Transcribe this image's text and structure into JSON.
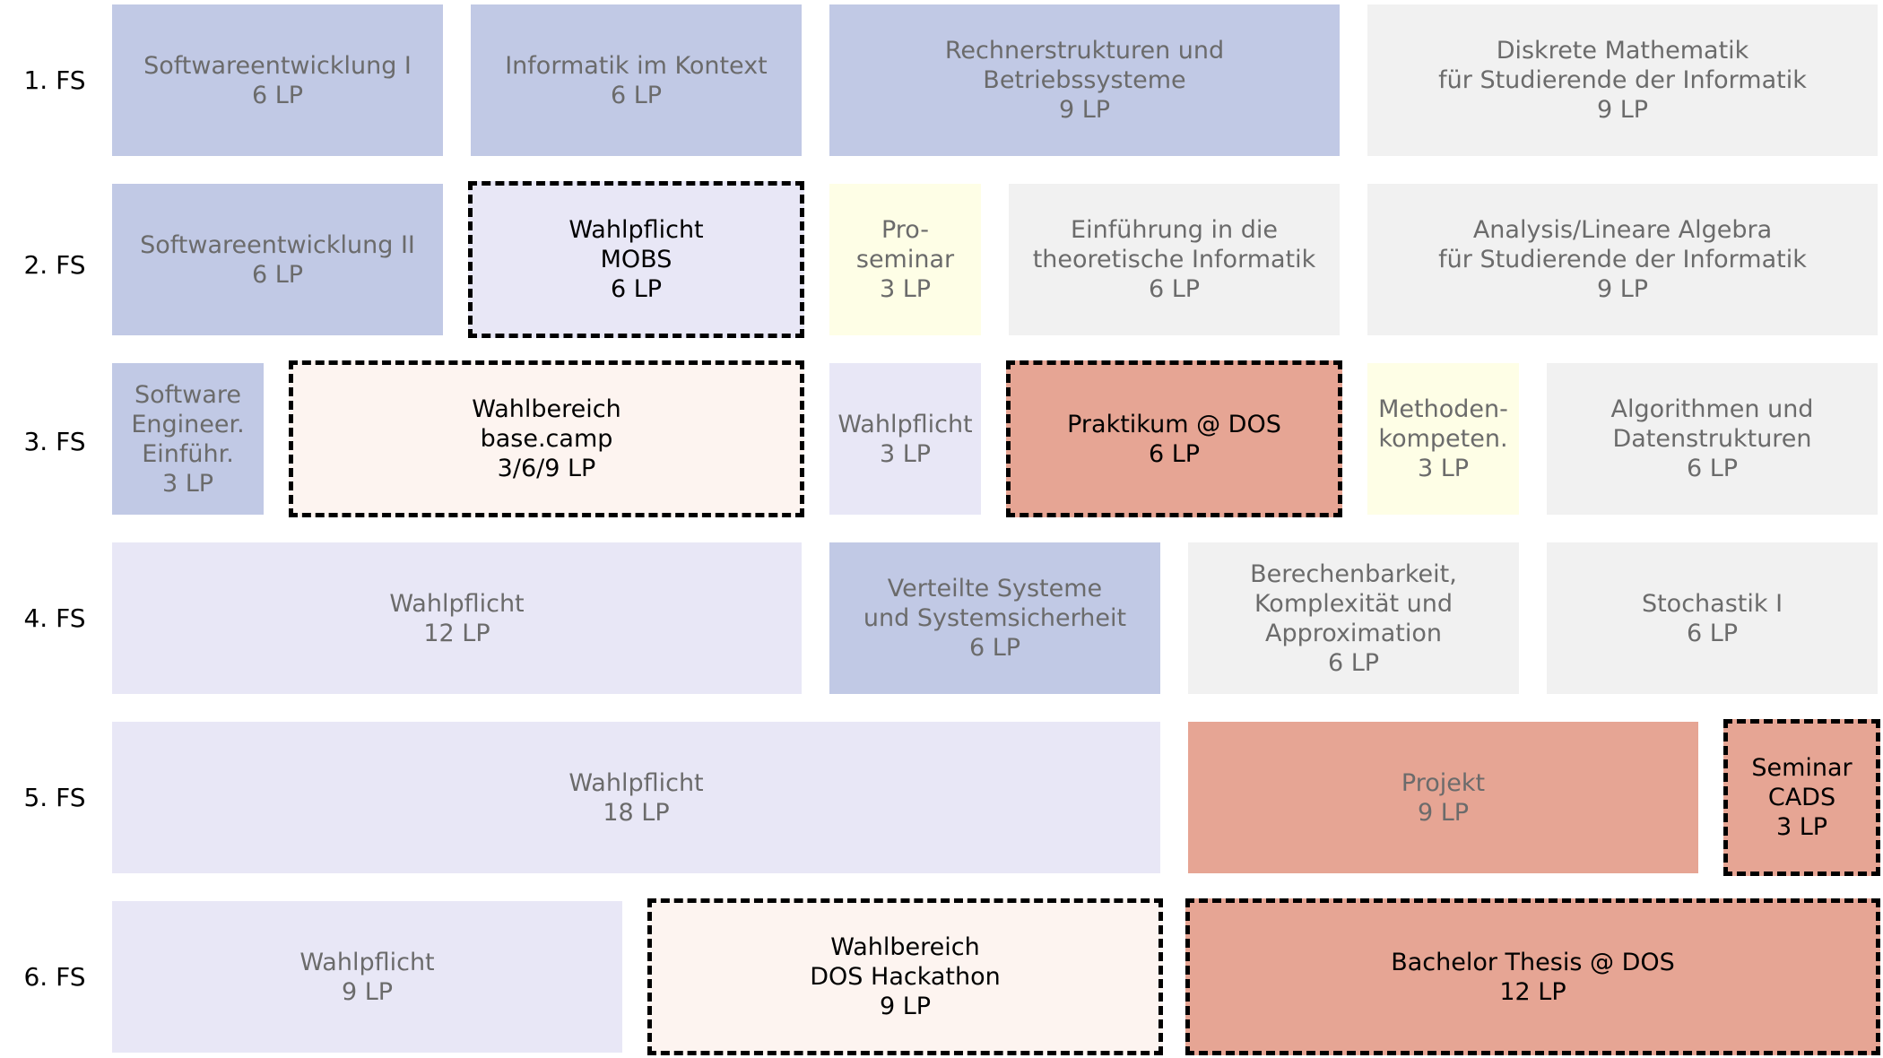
{
  "colors": {
    "core": "#c1c9e5",
    "math": "#f1f1f1",
    "elective": "#e8e7f6",
    "seminar": "#fefee6",
    "dos": "#e6a594",
    "wahlbereich": "#fdf4f0"
  },
  "rows": [
    "1. FS",
    "2. FS",
    "3. FS",
    "4. FS",
    "5. FS",
    "6. FS"
  ],
  "modules": [
    {
      "text": "Softwareentwicklung I\n6 LP",
      "category": "core"
    },
    {
      "text": "Informatik im Kontext\n6 LP",
      "category": "core"
    },
    {
      "text": "Rechnerstrukturen und\nBetriebssysteme\n9 LP",
      "category": "core"
    },
    {
      "text": "Diskrete Mathematik\nfür Studierende der Informatik\n9 LP",
      "category": "math"
    },
    {
      "text": "Softwareentwicklung II\n6 LP",
      "category": "core"
    },
    {
      "text": "Wahlpflicht\nMOBS\n6 LP",
      "category": "elective",
      "dashed": true
    },
    {
      "text": "Pro-\nseminar\n3 LP",
      "category": "seminar"
    },
    {
      "text": "Einführung in die\ntheoretische Informatik\n6 LP",
      "category": "math"
    },
    {
      "text": "Analysis/Lineare Algebra\nfür Studierende der Informatik\n9 LP",
      "category": "math"
    },
    {
      "text": "Software\nEngineer.\nEinführ.\n3 LP",
      "category": "core"
    },
    {
      "text": "Wahlbereich\nbase.camp\n3/6/9 LP",
      "category": "wahlbereich",
      "dashed": true
    },
    {
      "text": "Wahlpflicht\n3 LP",
      "category": "elective"
    },
    {
      "text": "Praktikum @ DOS\n6 LP",
      "category": "dos",
      "dashed": true
    },
    {
      "text": "Methoden-\nkompeten.\n3 LP",
      "category": "seminar"
    },
    {
      "text": "Algorithmen und\nDatenstrukturen\n6 LP",
      "category": "math"
    },
    {
      "text": "Wahlpflicht\n12 LP",
      "category": "elective"
    },
    {
      "text": "Verteilte Systeme\nund Systemsicherheit\n6 LP",
      "category": "core"
    },
    {
      "text": "Berechenbarkeit,\nKomplexität und\nApproximation\n6 LP",
      "category": "math"
    },
    {
      "text": "Stochastik I\n6 LP",
      "category": "math"
    },
    {
      "text": "Wahlpflicht\n18 LP",
      "category": "elective"
    },
    {
      "text": "Projekt\n9 LP",
      "category": "dos"
    },
    {
      "text": "Seminar\nCADS\n3 LP",
      "category": "dos",
      "dashed": true
    },
    {
      "text": "Wahlpflicht\n9 LP",
      "category": "elective"
    },
    {
      "text": "Wahlbereich\nDOS Hackathon\n9 LP",
      "category": "wahlbereich",
      "dashed": true
    },
    {
      "text": "Bachelor Thesis @ DOS\n12 LP",
      "category": "dos",
      "dashed": true
    }
  ]
}
